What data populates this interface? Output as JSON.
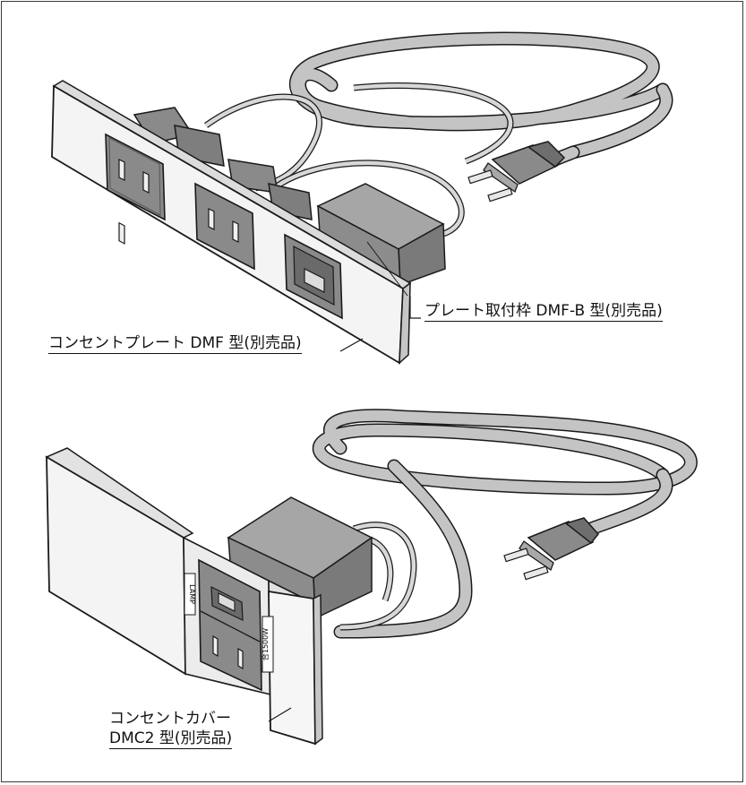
{
  "labels": {
    "plate_frame": "プレート取付枠 DMF-B 型(別売品)",
    "outlet_plate": "コンセントプレート DMF 型(別売品)",
    "outlet_cover_line1": "コンセントカバー",
    "outlet_cover_line2": "DMC2 型(別売品)"
  },
  "device_marks": {
    "lamp": "LAMP",
    "rating": "合1500W"
  },
  "colors": {
    "outline": "#1a1a1a",
    "body_gray": "#8a8a8a",
    "dark_gray": "#6e6e6e",
    "light_gray": "#c8c8c8",
    "plate_white": "#f4f4f4",
    "cord_fill": "#c4c4c4"
  }
}
